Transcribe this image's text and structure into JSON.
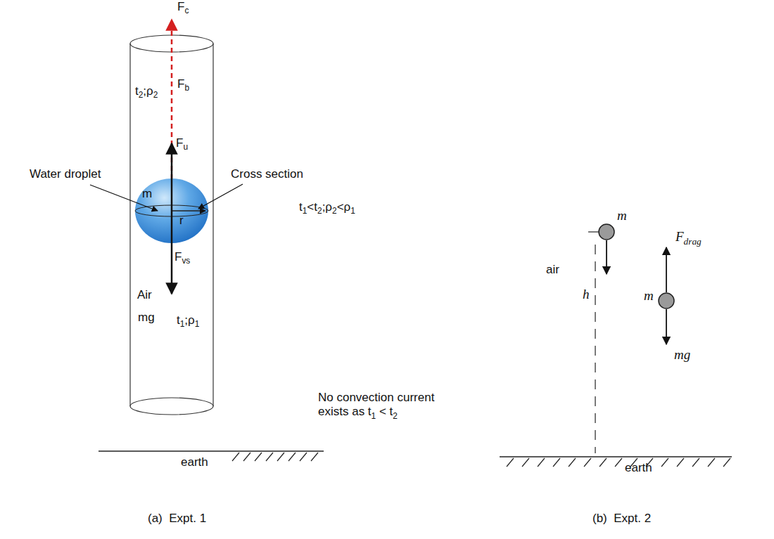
{
  "diagram": {
    "labels": [
      "Fc",
      "Fb",
      "t2;ρ2",
      "Water droplet",
      "Fu",
      "Cross section",
      "m",
      "t1<t2;ρ2<ρ1",
      "r",
      "Fvs",
      "Air",
      "mg",
      "t1;ρ1",
      "No convection current exists as t1 < t2",
      "earth",
      "(a)  Expt. 1",
      "air",
      "m",
      "Fdrag",
      "m",
      "h",
      "mg",
      "earth",
      "(b)  Expt. 2"
    ]
  }
}
